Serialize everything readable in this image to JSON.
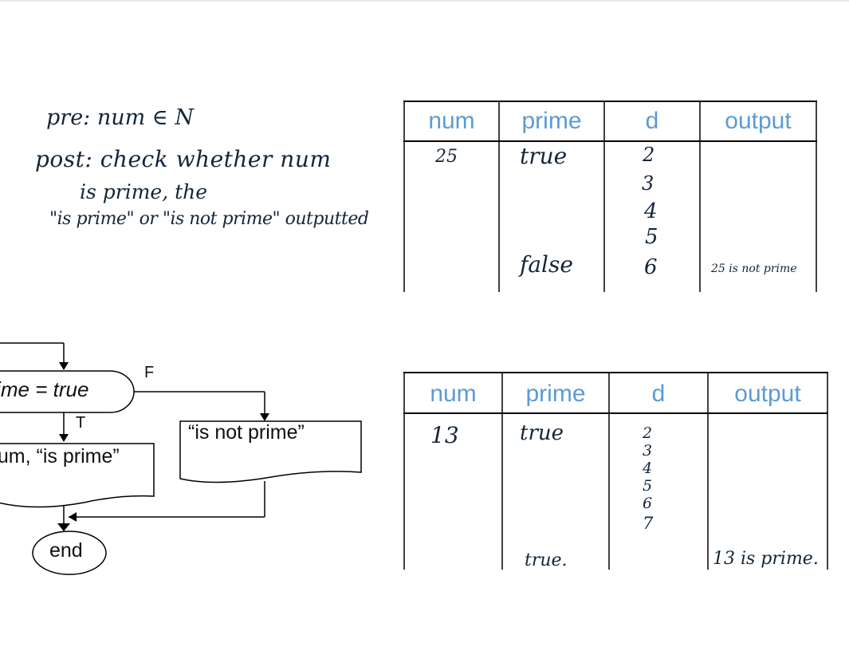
{
  "notes": {
    "pre": "pre: num ∈ N",
    "post_line1": "post: check whether num",
    "post_line2": "is prime, the",
    "post_line3": "\"is prime\" or \"is not prime\" outputted"
  },
  "table1": {
    "headers": [
      "num",
      "prime",
      "d",
      "output"
    ],
    "num": "25",
    "prime": [
      "true",
      "false"
    ],
    "d": [
      "2",
      "3",
      "4",
      "5",
      "6"
    ],
    "output": "25 is not prime"
  },
  "table2": {
    "headers": [
      "num",
      "prime",
      "d",
      "output"
    ],
    "num": "13",
    "prime": [
      "true",
      "true."
    ],
    "d": [
      "2",
      "3",
      "4",
      "5",
      "6",
      "7"
    ],
    "output": "13 is prime."
  },
  "flowchart": {
    "decision_label": "prime = true",
    "false_label": "F",
    "true_label": "T",
    "is_prime_output": "num, “is prime”",
    "not_prime_output": "“is not prime”",
    "end_label": "end"
  }
}
